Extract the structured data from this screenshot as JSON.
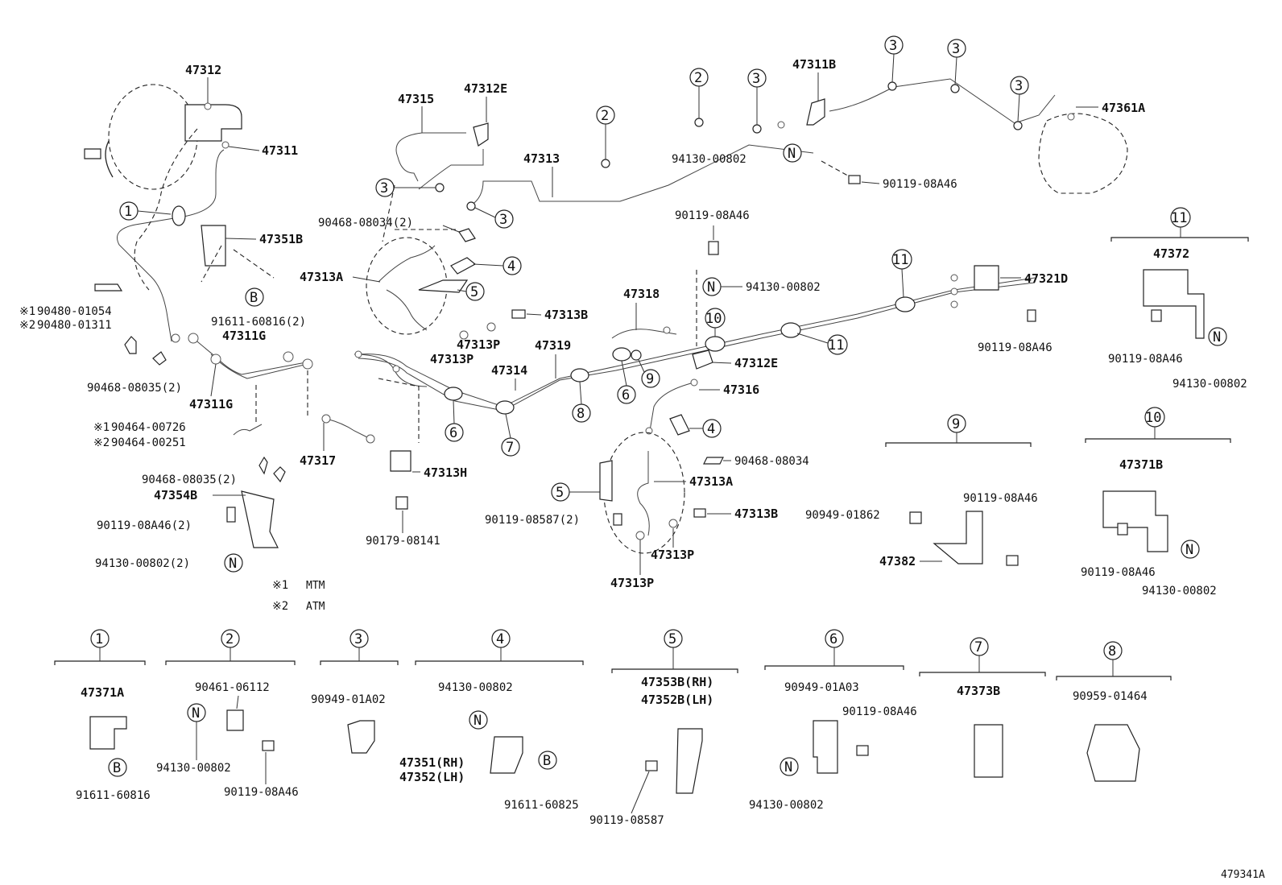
{
  "diagram_id": "479341A",
  "legend": [
    {
      "marker": "※1",
      "text": "MTM"
    },
    {
      "marker": "※2",
      "text": "ATM"
    }
  ],
  "labels": {
    "p47312": "47312",
    "p47311": "47311",
    "p47351B": "47351B",
    "p47311G_a": "47311G",
    "p47311G_b": "47311G",
    "p47317": "47317",
    "p47354B": "47354B",
    "p47315": "47315",
    "p47312E_a": "47312E",
    "p47313": "47313",
    "p47313A_a": "47313A",
    "p47313B_a": "47313B",
    "p47313P_a": "47313P",
    "p47313P_b": "47313P",
    "p47319": "47319",
    "p47314": "47314",
    "p47313H": "47313H",
    "p47318": "47318",
    "p47312E_b": "47312E",
    "p47316": "47316",
    "p47313A_b": "47313A",
    "p47313B_b": "47313B",
    "p47313P_c": "47313P",
    "p47313P_d": "47313P",
    "p47311B": "47311B",
    "p47361A": "47361A",
    "p47321D": "47321D",
    "p47372": "47372",
    "p47371B": "47371B",
    "p47382": "47382",
    "p47371A": "47371A",
    "p47353B": "47353B(RH)",
    "p47352B": "47352B(LH)",
    "p47351": "47351(RH)",
    "p47352": "47352(LH)",
    "p47373B": "47373B",
    "r90480_01054": "90480-01054",
    "r90480_01311": "90480-01311",
    "r90468_08035_2": "90468-08035(2)",
    "r91611_60816_2": "91611-60816(2)",
    "r90464_00726": "90464-00726",
    "r90464_00251": "90464-00251",
    "r90468_08035_2b": "90468-08035(2)",
    "r90119_08A46_2": "90119-08A46(2)",
    "r94130_00802_2": "94130-00802(2)",
    "r90468_08034_2": "90468-08034(2)",
    "r90179_08141": "90179-08141",
    "r90119_08587_2": "90119-08587(2)",
    "r90468_08034": "90468-08034",
    "r90119_08A46_top": "90119-08A46",
    "r94130_00802_mid": "94130-00802",
    "r94130_00802_top": "94130-00802",
    "r90119_08A46_top2": "90119-08A46",
    "r90119_08A46_321D": "90119-08A46",
    "r90119_08A46_11": "90119-08A46",
    "r94130_00802_11": "94130-00802",
    "r90949_01862": "90949-01862",
    "r90119_08A46_9": "90119-08A46",
    "r90119_08A46_10": "90119-08A46",
    "r94130_00802_10": "94130-00802",
    "r91611_60816": "91611-60816",
    "r90461_06112": "90461-06112",
    "r94130_00802_g2": "94130-00802",
    "r90119_08A46_g2": "90119-08A46",
    "r90949_01A02": "90949-01A02",
    "r94130_00802_g4": "94130-00802",
    "r91611_60825": "91611-60825",
    "r90119_08587": "90119-08587",
    "r90949_01A03": "90949-01A03",
    "r90119_08A46_g6": "90119-08A46",
    "r94130_00802_g6": "94130-00802",
    "r90959_01464": "90959-01464"
  },
  "markers": {
    "m1": "※1",
    "m2": "※2",
    "m1b": "※1",
    "m2b": "※2"
  },
  "letters": {
    "B": "B",
    "N": "N"
  },
  "callouts": [
    "1",
    "2",
    "3",
    "4",
    "5",
    "6",
    "7",
    "8",
    "9",
    "10",
    "11"
  ]
}
